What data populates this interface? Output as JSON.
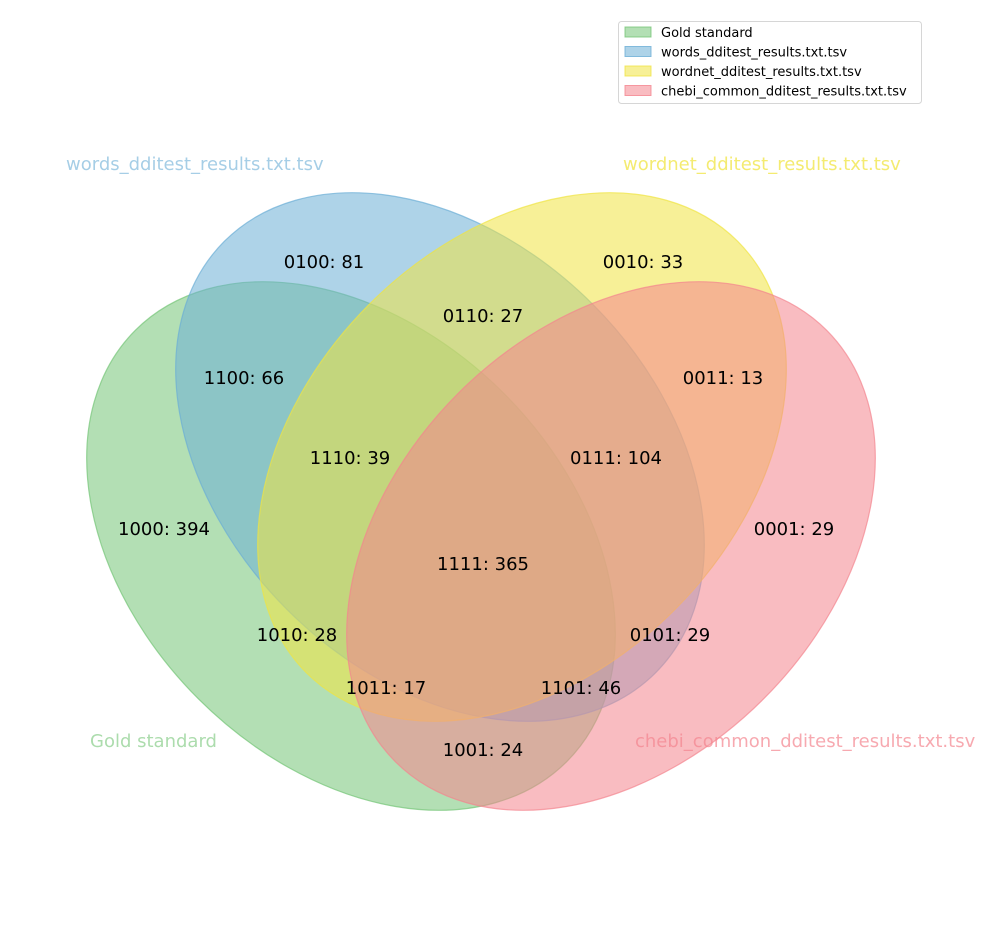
{
  "sets": [
    {
      "label": "Gold standard",
      "color": "#74c476"
    },
    {
      "label": "words_dditest_results.txt.tsv",
      "color": "#6baed6"
    },
    {
      "label": "wordnet_dditest_results.txt.tsv",
      "color": "#f0e442"
    },
    {
      "label": "chebi_common_dditest_results.txt.tsv",
      "color": "#f4858e"
    }
  ],
  "legend": {
    "entries": [
      "Gold standard",
      "words_dditest_results.txt.tsv",
      "wordnet_dditest_results.txt.tsv",
      "chebi_common_dditest_results.txt.tsv"
    ]
  },
  "regions": [
    {
      "code": "0001",
      "count": 29,
      "text": "0001: 29"
    },
    {
      "code": "0010",
      "count": 33,
      "text": "0010: 33"
    },
    {
      "code": "0011",
      "count": 13,
      "text": "0011: 13"
    },
    {
      "code": "0100",
      "count": 81,
      "text": "0100: 81"
    },
    {
      "code": "0101",
      "count": 29,
      "text": "0101: 29"
    },
    {
      "code": "0110",
      "count": 27,
      "text": "0110: 27"
    },
    {
      "code": "0111",
      "count": 104,
      "text": "0111: 104"
    },
    {
      "code": "1000",
      "count": 394,
      "text": "1000: 394"
    },
    {
      "code": "1001",
      "count": 24,
      "text": "1001: 24"
    },
    {
      "code": "1010",
      "count": 28,
      "text": "1010: 28"
    },
    {
      "code": "1011",
      "count": 17,
      "text": "1011: 17"
    },
    {
      "code": "1100",
      "count": 66,
      "text": "1100: 66"
    },
    {
      "code": "1101",
      "count": 46,
      "text": "1101: 46"
    },
    {
      "code": "1110",
      "count": 39,
      "text": "1110: 39"
    },
    {
      "code": "1111",
      "count": 365,
      "text": "1111: 365"
    }
  ]
}
